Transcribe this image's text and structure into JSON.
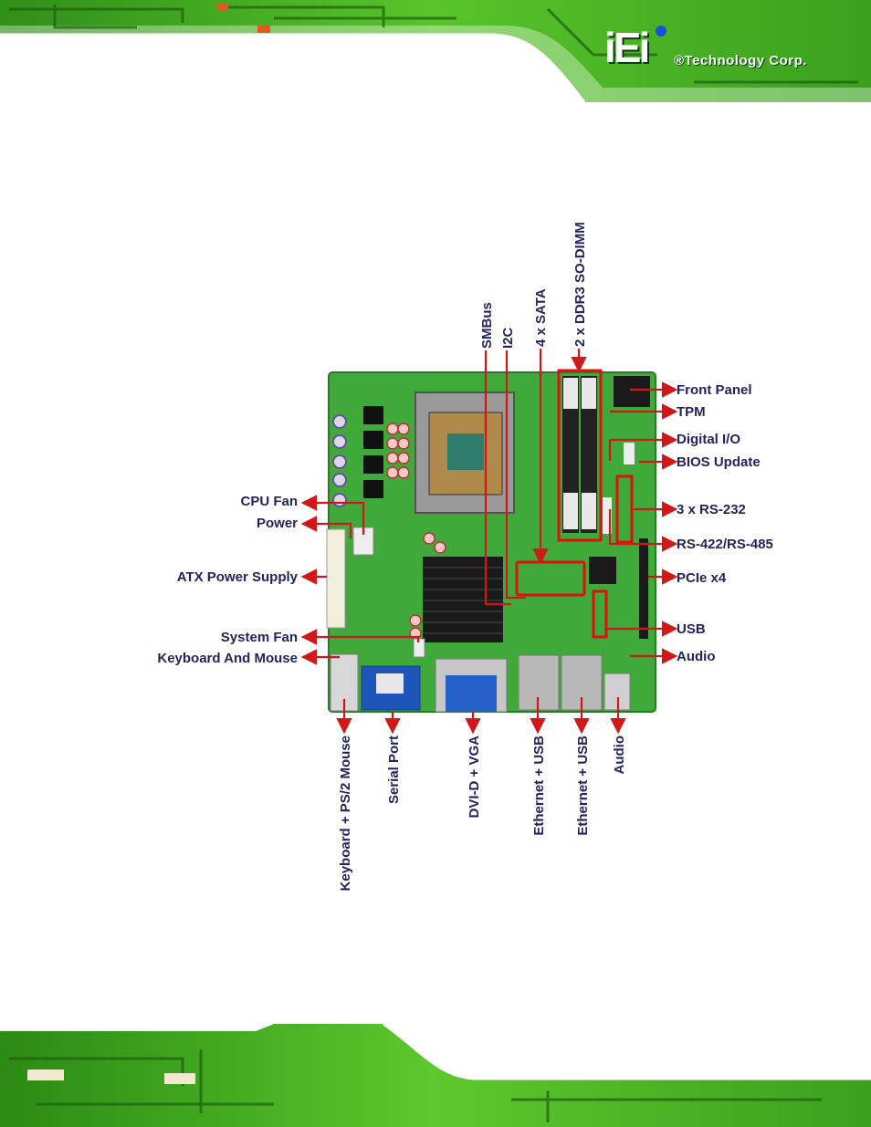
{
  "brand": {
    "logo_mark": "iEi",
    "name": "®Technology Corp."
  },
  "labels": {
    "top": [
      "SMBus",
      "I2C",
      "4 x SATA",
      "2 x DDR3 SO-DIMM"
    ],
    "right": [
      "Front Panel",
      "TPM",
      "Digital I/O",
      "BIOS Update",
      "3 x RS-232",
      "RS-422/RS-485",
      "PCIe x4",
      "USB",
      "Audio"
    ],
    "left": [
      "CPU Fan",
      "Power",
      "ATX Power Supply",
      "System Fan",
      "Keyboard And Mouse"
    ],
    "bottom": [
      "Keyboard + PS/2 Mouse",
      "Serial Port",
      "DVI-D + VGA",
      "Ethernet + USB",
      "Ethernet + USB",
      "Audio"
    ]
  },
  "colors": {
    "label": "#23235f",
    "arrow": "#d01818",
    "pcb_green": "#3fa93a"
  }
}
